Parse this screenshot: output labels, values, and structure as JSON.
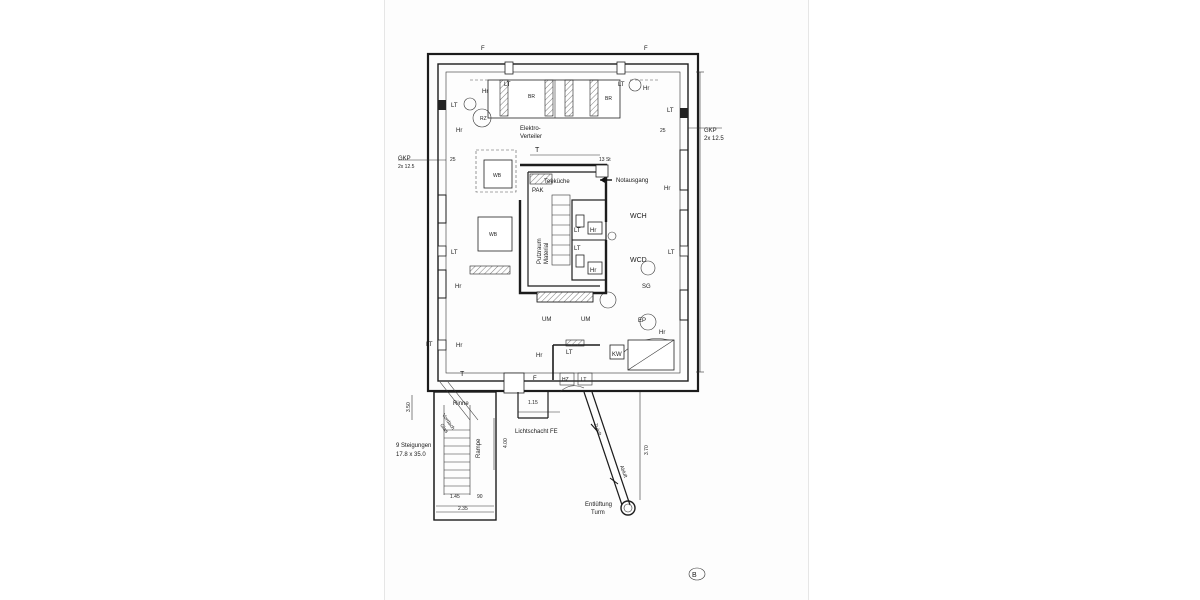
{
  "labels": {
    "f": "F",
    "lt": "LT",
    "hr": "Hr",
    "br": "BR",
    "rz": "RZ",
    "elektro": "Elektro-",
    "verteiler": "Verteiler",
    "gkp": "GKP",
    "gkp_dim": "2x 12.5",
    "dim_25": "25",
    "t": "T",
    "stairs_note": "13 St",
    "pak": "PAK",
    "teekuche": "Teeküche",
    "notausgang": "Notausgang",
    "wb": "WB",
    "putzraum": "Putzraum",
    "material": "Material",
    "wch": "WCH",
    "wcd": "WCD",
    "sg": "SG",
    "um": "UM",
    "ep": "EP",
    "kw": "KW",
    "hz": "HZ",
    "rinne": "Rinne",
    "vordach": "Vordach",
    "glas": "Glas",
    "rampe": "Rampe",
    "steigungen": "9 Steigungen",
    "steigungen_dim": "17.8 x 35.0",
    "lichtschacht": "Lichtschacht FE",
    "zuluft": "Zuluft",
    "abluft": "Abluft",
    "entluftung": "Entlüftung",
    "turm": "Turm",
    "dim_115": "1.15",
    "dim_145": "1.45",
    "dim_90": "90",
    "dim_235": "2.35",
    "dim_350": "3.50",
    "dim_400": "4.00",
    "dim_370": "3.70",
    "page_mark": "B"
  }
}
